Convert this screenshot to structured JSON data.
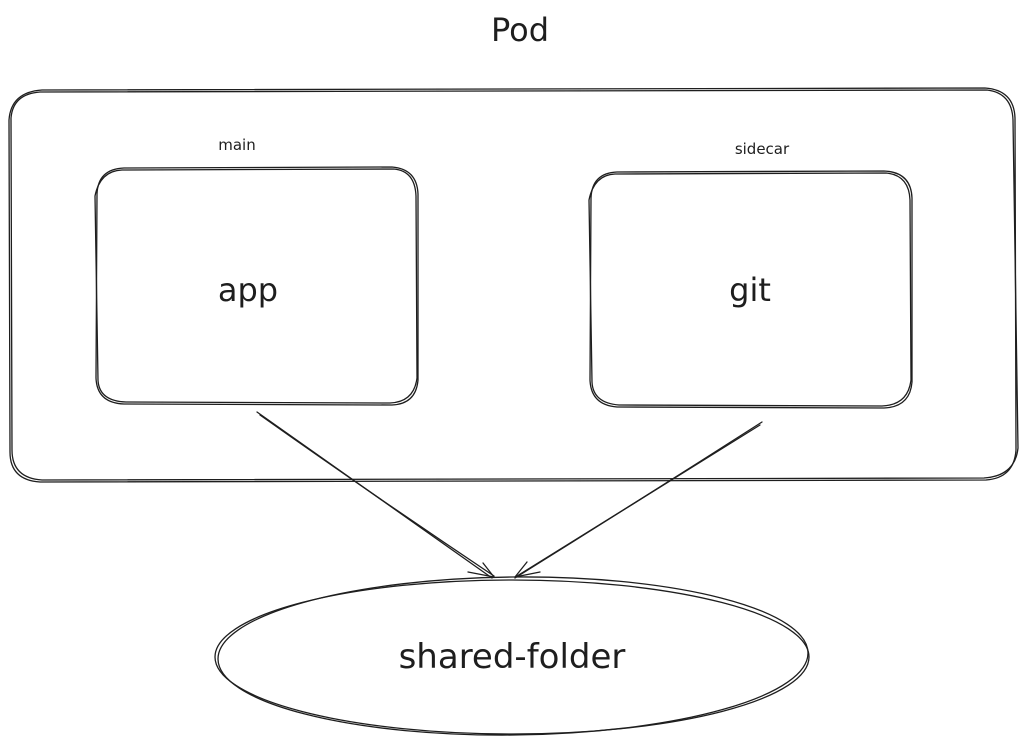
{
  "pod": {
    "title": "Pod"
  },
  "containers": {
    "main": {
      "role_label": "main",
      "name": "app"
    },
    "sidecar": {
      "role_label": "sidecar",
      "name": "git"
    }
  },
  "volume": {
    "name": "shared-folder"
  },
  "colors": {
    "stroke": "#1e1e1e",
    "background": "#ffffff"
  }
}
